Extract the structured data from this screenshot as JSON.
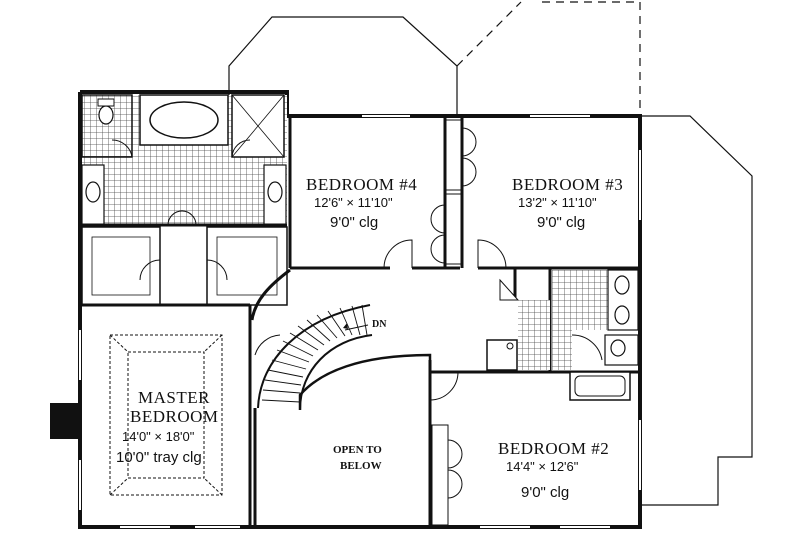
{
  "rooms": {
    "bedroom4": {
      "name": "BEDROOM #4",
      "size": "12'6\" × 11'10\"",
      "ceiling": "9'0\" clg"
    },
    "bedroom3": {
      "name": "BEDROOM #3",
      "size": "13'2\" × 11'10\"",
      "ceiling": "9'0\" clg"
    },
    "bedroom2": {
      "name": "BEDROOM #2",
      "size": "14'4\" × 12'6\"",
      "ceiling": "9'0\" clg"
    },
    "master": {
      "name_line1": "MASTER",
      "name_line2": "BEDROOM",
      "size": "14'0\" × 18'0\"",
      "ceiling": "10'0\" tray clg"
    },
    "open": {
      "line1": "OPEN TO",
      "line2": "BELOW"
    }
  },
  "stairs": {
    "direction": "DN"
  },
  "colors": {
    "line": "#111111",
    "background": "#ffffff",
    "tile": "#555555"
  }
}
